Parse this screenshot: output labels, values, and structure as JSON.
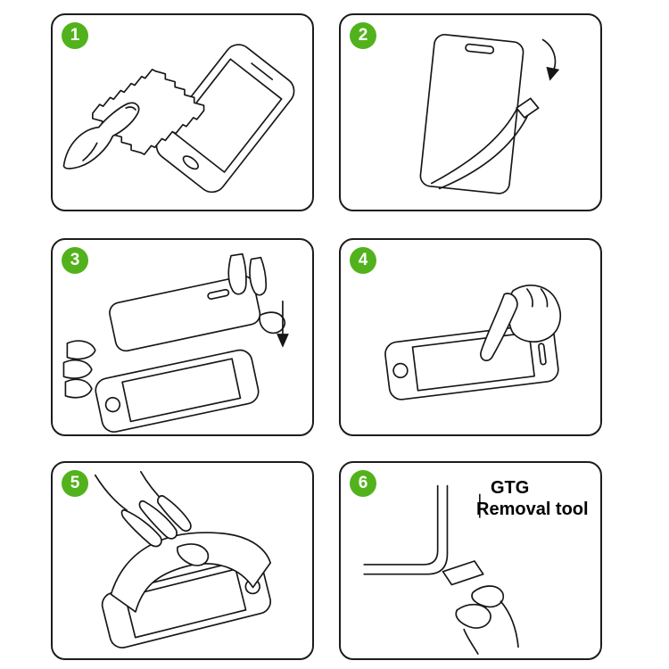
{
  "colors": {
    "accent_green": "#52b21c",
    "line": "#161616",
    "background": "#ffffff"
  },
  "steps": [
    {
      "number": "1",
      "name": "clean-screen-with-cloth"
    },
    {
      "number": "2",
      "name": "peel-protective-film"
    },
    {
      "number": "3",
      "name": "align-and-lower-glass"
    },
    {
      "number": "4",
      "name": "press-center-to-adhere"
    },
    {
      "number": "5",
      "name": "smooth-out-film"
    },
    {
      "number": "6",
      "name": "use-removal-tool",
      "label_line1": "GTG",
      "label_line2": "Removal tool"
    }
  ]
}
